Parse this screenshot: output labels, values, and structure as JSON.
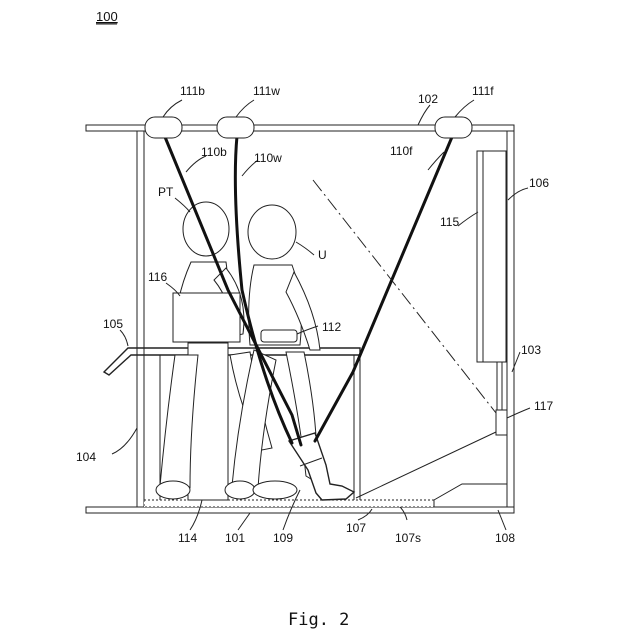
{
  "figure": {
    "number_label": "100",
    "caption": "Fig. 2"
  },
  "labels": {
    "l111b": "111b",
    "l111w": "111w",
    "l102": "102",
    "l111f": "111f",
    "l110b": "110b",
    "l110w": "110w",
    "l110f": "110f",
    "lPT": "PT",
    "l106": "106",
    "l115": "115",
    "lU": "U",
    "l116": "116",
    "l112": "112",
    "l105": "105",
    "l103": "103",
    "l117": "117",
    "l104": "104",
    "l114": "114",
    "l101": "101",
    "l109": "109",
    "l107": "107",
    "l107s": "107s",
    "l108": "108"
  }
}
